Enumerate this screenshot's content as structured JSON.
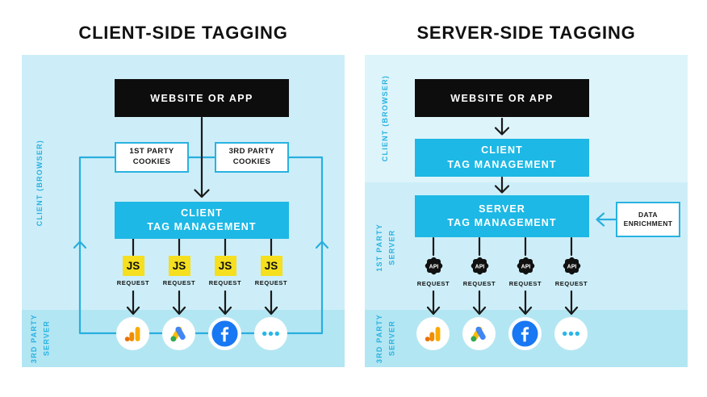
{
  "left_panel": {
    "title": "CLIENT-SIDE TAGGING",
    "client_section_label": "CLIENT (BROWSER)",
    "third_party_label": "3RD PARTY\nSERVER",
    "website_box": "WEBSITE OR APP",
    "first_party_cookies": "1ST PARTY\nCOOKIES",
    "third_party_cookies": "3RD PARTY\nCOOKIES",
    "tag_management": "CLIENT\nTAG MANAGEMENT",
    "request_badge": "JS",
    "request_label": "REQUEST"
  },
  "right_panel": {
    "title": "SERVER-SIDE TAGGING",
    "client_section_label": "CLIENT (BROWSER)",
    "first_party_label": "1ST PARTY\nSERVER",
    "third_party_label": "3RD PARTY\nSERVER",
    "website_box": "WEBSITE OR APP",
    "client_tag_management": "CLIENT\nTAG MANAGEMENT",
    "server_tag_management": "SERVER\nTAG MANAGEMENT",
    "data_enrichment": "DATA\nENRICHMENT",
    "request_badge": "API",
    "request_label": "REQUEST"
  },
  "destinations": [
    {
      "icon": "google-analytics-icon"
    },
    {
      "icon": "google-ads-icon"
    },
    {
      "icon": "facebook-icon"
    },
    {
      "icon": "more-dots-icon"
    }
  ],
  "colors": {
    "accent_cyan": "#29b2e0",
    "box_cyan": "#1db8e5",
    "panel_light": "#cdeef8",
    "panel_lighter": "#ddf4fb",
    "panel_band": "#b3e6f3",
    "arrow_black": "#1a1a1a",
    "js_yellow": "#f5df1e",
    "facebook_blue": "#1877f2",
    "ga_amber": "#f9ab00",
    "ga_orange": "#e8710a",
    "ads_blue": "#4285f4",
    "ads_yellow": "#fbbc04",
    "ads_green": "#34a853"
  }
}
